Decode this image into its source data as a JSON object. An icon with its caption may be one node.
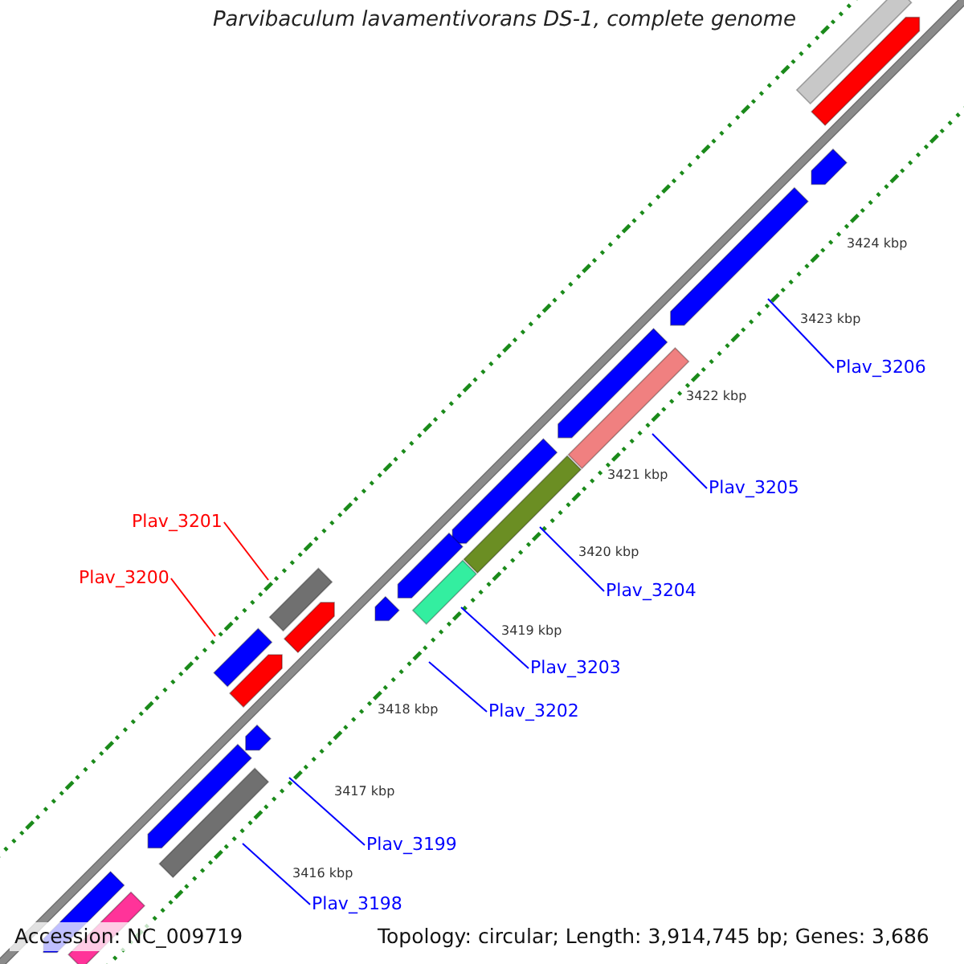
{
  "diagram": {
    "title": "Parvibaculum lavamentivorans DS-1, complete genome",
    "nodes": [
      {
        "text": [
          "Plav_3206"
        ]
      },
      {
        "text": [
          "Plav_3205"
        ]
      },
      {
        "text": [
          "Plav_3201"
        ]
      },
      {
        "text": [
          "Plav_3200"
        ]
      },
      {
        "text": [
          "Plav_3204"
        ]
      },
      {
        "text": [
          "Plav_3203"
        ]
      },
      {
        "text": [
          "Plav_3202"
        ]
      },
      {
        "text": [
          "Plav_3199"
        ]
      },
      {
        "text": [
          "Plav_3198"
        ]
      }
    ],
    "edges": [
      {
        "from": 0,
        "to": null,
        "arrow": "none"
      },
      {
        "from": 1,
        "to": null,
        "arrow": "none"
      },
      {
        "from": 2,
        "to": null,
        "arrow": "none",
        "color": "#ff0000"
      },
      {
        "from": 3,
        "to": null,
        "arrow": "none",
        "color": "#ff0000"
      },
      {
        "from": 4,
        "to": null,
        "arrow": "none"
      },
      {
        "from": 5,
        "to": null,
        "arrow": "none"
      },
      {
        "from": 6,
        "to": null,
        "arrow": "none"
      },
      {
        "from": 7,
        "to": null,
        "arrow": "none"
      },
      {
        "from": 8,
        "to": null,
        "arrow": "none"
      }
    ],
    "labels": [
      "3424 kbp",
      "3423 kbp",
      "3422 kbp",
      "3421 kbp",
      "3420 kbp",
      "3419 kbp",
      "3418 kbp",
      "3417 kbp",
      "3416 kbp",
      "Accession: NC_009719",
      "Topology: circular; Length: 3,914,745 bp; Genes: 3,686"
    ]
  }
}
